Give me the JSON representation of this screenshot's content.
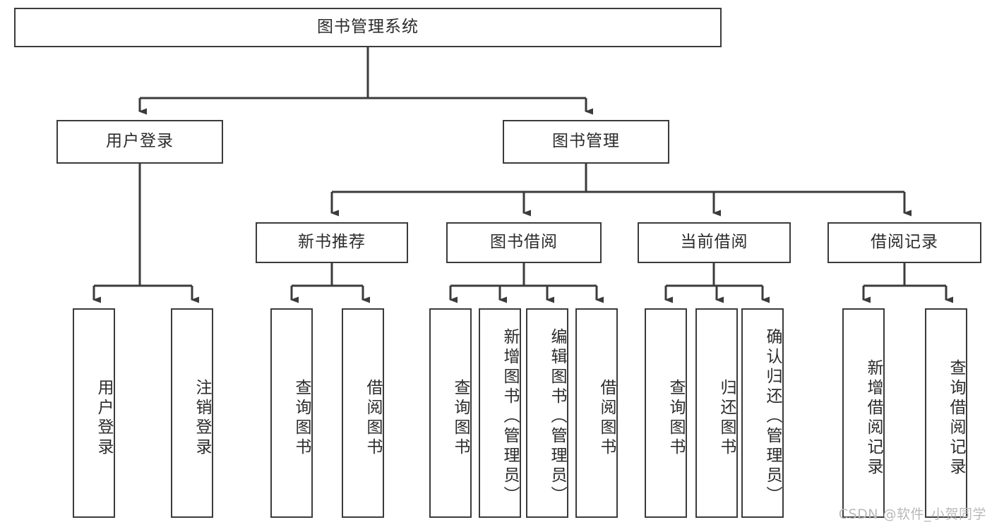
{
  "diagram": {
    "type": "tree",
    "title": "图书管理系统",
    "watermark": "CSDN @软件_小贺同学",
    "colors": {
      "box_border": "#3b3b3b",
      "box_fill": "#ffffff",
      "edge": "#3b3b3b",
      "text": "#2b2b2b",
      "watermark": "#b9b9b9",
      "background": "#ffffff"
    },
    "root": {
      "label": "图书管理系统"
    },
    "level2": [
      {
        "label": "用户登录"
      },
      {
        "label": "图书管理"
      }
    ],
    "level3": [
      {
        "label": "新书推荐"
      },
      {
        "label": "图书借阅"
      },
      {
        "label": "当前借阅"
      },
      {
        "label": "借阅记录"
      }
    ],
    "leaves": {
      "user_login": [
        {
          "label": "用户登录"
        },
        {
          "label": "注销登录"
        }
      ],
      "new_book_recommend": [
        {
          "label": "查询图书"
        },
        {
          "label": "借阅图书"
        }
      ],
      "book_borrow": [
        {
          "label": "查询图书"
        },
        {
          "label": "新增图书（管理员）"
        },
        {
          "label": "编辑图书（管理员）"
        },
        {
          "label": "借阅图书"
        }
      ],
      "current_borrow": [
        {
          "label": "查询图书"
        },
        {
          "label": "归还图书"
        },
        {
          "label": "确认归还（管理员）"
        }
      ],
      "borrow_record": [
        {
          "label": "新增借阅记录"
        },
        {
          "label": "查询借阅记录"
        }
      ]
    }
  }
}
